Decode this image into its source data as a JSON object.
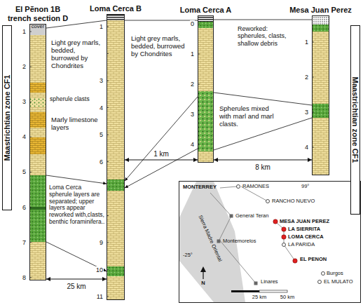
{
  "diagram": {
    "nodes": [
      {
        "text": [
          "Maastrichtian zone CF1"
        ]
      },
      {
        "text": [
          "El Pẽnon 1B trench section D"
        ]
      },
      {
        "text": [
          "Loma Cerca B"
        ]
      },
      {
        "text": [
          "Loma Cerca A"
        ]
      },
      {
        "text": [
          "Mesa Juan Perez"
        ]
      },
      {
        "text": [
          "Maastrichtian zone CF1"
        ]
      }
    ],
    "edges": [
      {
        "from": 1,
        "to": 2,
        "arrow": "both",
        "label": "25 km"
      },
      {
        "from": 2,
        "to": 3,
        "arrow": "both",
        "label": "1 km"
      },
      {
        "from": 3,
        "to": 4,
        "arrow": "both",
        "label": "8 km"
      },
      {
        "from": 1,
        "to": 2,
        "arrow": "none"
      },
      {
        "from": 1,
        "to": 2,
        "arrow": "to"
      },
      {
        "from": 1,
        "to": 2,
        "arrow": "to"
      },
      {
        "from": 2,
        "to": 3,
        "arrow": "none"
      },
      {
        "from": 3,
        "to": 2,
        "arrow": "to"
      },
      {
        "from": 3,
        "to": 2,
        "arrow": "to"
      },
      {
        "from": 3,
        "to": 4,
        "arrow": "none"
      },
      {
        "from": 3,
        "to": 4,
        "arrow": "none"
      },
      {
        "from": 3,
        "to": 4,
        "arrow": "none"
      }
    ],
    "labels": [
      "cover",
      "1",
      "2",
      "3",
      "4",
      "5",
      "6",
      "7",
      "8",
      "1",
      "2",
      "3",
      "4",
      "5",
      "6",
      "7",
      "8",
      "9",
      "10",
      "11",
      "0",
      "1",
      "2",
      "3",
      "4",
      "1",
      "2",
      "3",
      "4",
      "Light grey marls, bedded, burrowed by Chondrites",
      "spherule clasts",
      "Marly limestone layers",
      "Loma Cerca spherule layers are separated; upper layers appear reworked with,clasts, benthic foraminifera..",
      "Light grey marls, bedded, burrowed by Chondrites",
      "Reworked: spherules, clasts, shallow debris",
      "Spherules mixed with marl and marl clasts.",
      "MONTERREY",
      "RAMONES",
      "RANCHO NUEVO",
      "General Teran",
      "MESA JUAN PEREZ",
      "LA SIERRITA",
      "LOMA CERCA",
      "LA PARIDA",
      "Montemorelos",
      "99°",
      "-25°",
      "EL PENON",
      "Burgos",
      "EL MULATO",
      "Linares",
      "Sierra Madre Oriental",
      "N",
      "25 km",
      "50 km"
    ]
  }
}
